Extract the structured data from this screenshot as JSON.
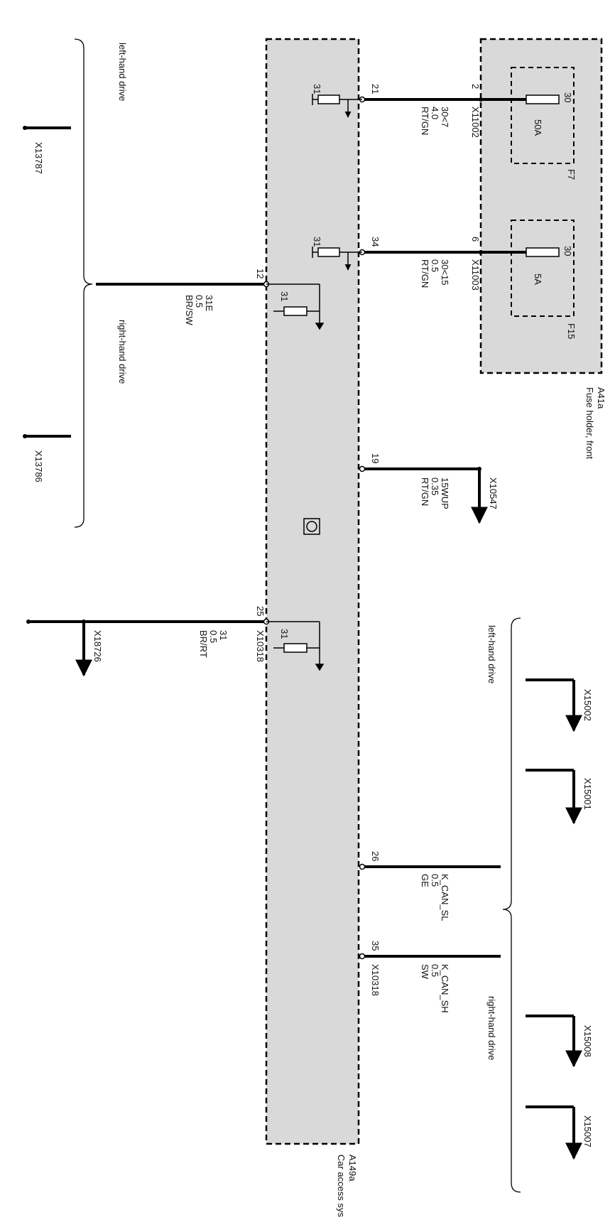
{
  "colors": {
    "box_fill": "#d9d9d9",
    "line": "#000000",
    "background": "#ffffff"
  },
  "fuse_holder": {
    "id": "A41a",
    "name": "Fuse holder, front",
    "fuses": [
      {
        "id": "F7",
        "rating": "50A",
        "terminal": "30"
      },
      {
        "id": "F15",
        "rating": "5A",
        "terminal": "30"
      }
    ]
  },
  "cas_module": {
    "id": "A149a",
    "name": "Car access system"
  },
  "connectors": {
    "x11002": "X11002",
    "x11003": "X11003",
    "x10547": "X10547",
    "x10318": "X10318",
    "x10318_b": "X10318",
    "x13787": "X13787",
    "x13786": "X13786",
    "x18726": "X18726",
    "x15002": "X15002",
    "x15001": "X15001",
    "x15008": "X15008",
    "x15007": "X15007"
  },
  "wires": [
    {
      "pin_fuse": "2",
      "pin_cas": "21",
      "signal": "30<7",
      "size": "4.0",
      "color": "RT/GN"
    },
    {
      "pin_fuse": "6",
      "pin_cas": "34",
      "signal": "30<15",
      "size": "0.5",
      "color": "RT/GN"
    },
    {
      "pin_cas": "19",
      "signal": "15WUP",
      "size": "0.35",
      "color": "RT/GN"
    },
    {
      "pin_cas": "26",
      "signal": "K_CAN_SL",
      "size": "0.5",
      "color": "GE"
    },
    {
      "pin_cas": "35",
      "signal": "K_CAN_SH",
      "size": "0.5",
      "color": "SW"
    },
    {
      "pin_cas": "12",
      "signal": "31E",
      "size": "0.5",
      "color": "BR/SW"
    },
    {
      "pin_cas": "25",
      "signal": "31",
      "size": "0.5",
      "color": "BR/RT"
    }
  ],
  "ground_label": "31",
  "variants": {
    "lhd": "left-hand drive",
    "rhd": "right-hand drive"
  }
}
